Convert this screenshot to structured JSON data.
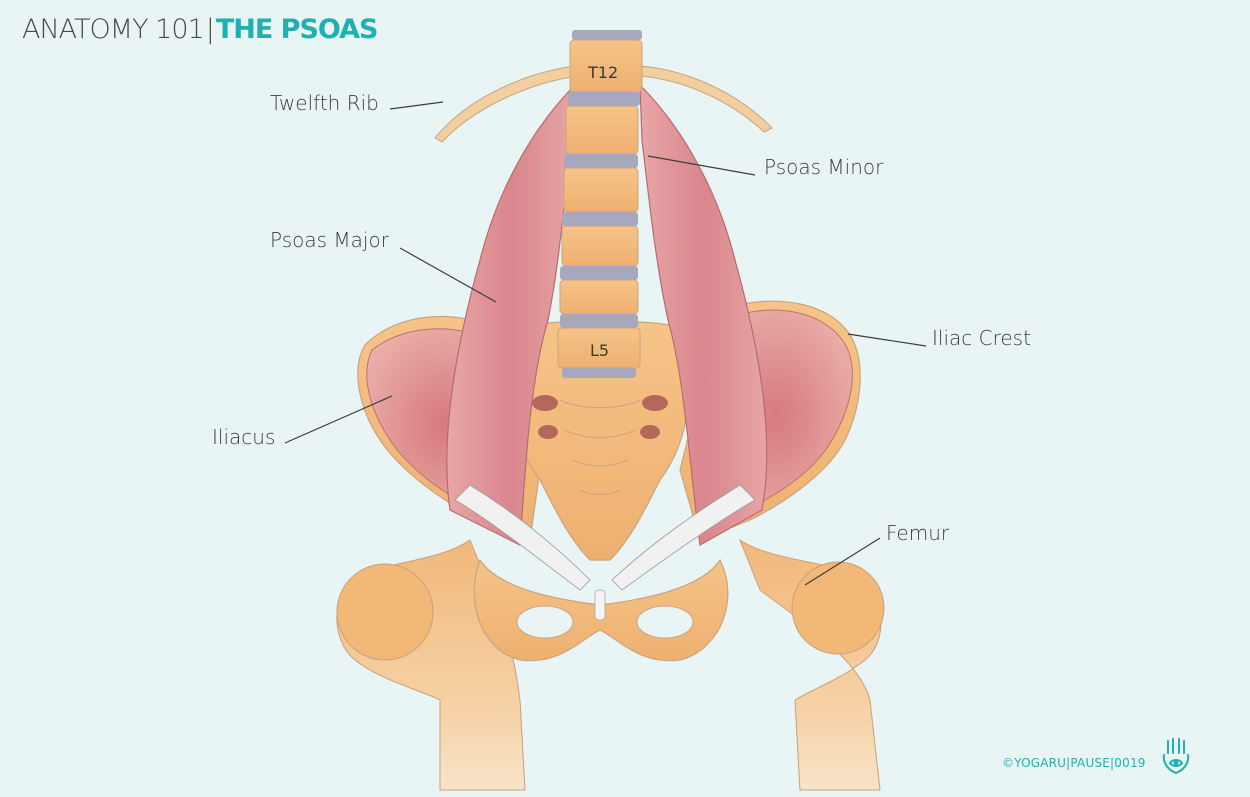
{
  "header": {
    "title_left": "ANATOMY 101",
    "separator": "|",
    "title_right": "THE PSOAS"
  },
  "vertebrae": {
    "top": "T12",
    "bottom": "L5"
  },
  "labels": {
    "twelfth_rib": "Twelfth Rib",
    "psoas_minor": "Psoas Minor",
    "psoas_major": "Psoas Major",
    "iliac_crest": "Iliac Crest",
    "iliacus": "Iliacus",
    "femur": "Femur"
  },
  "footer": {
    "credit": "©YOGARU|PAUSE|0019"
  },
  "icons": {
    "logo": "hamsa-hand-icon"
  },
  "colors": {
    "background": "#e9f4f4",
    "accent": "#1fb0b0",
    "bone": "#f2b877",
    "muscle": "#d98a8f",
    "disc": "#a7a8c0"
  }
}
